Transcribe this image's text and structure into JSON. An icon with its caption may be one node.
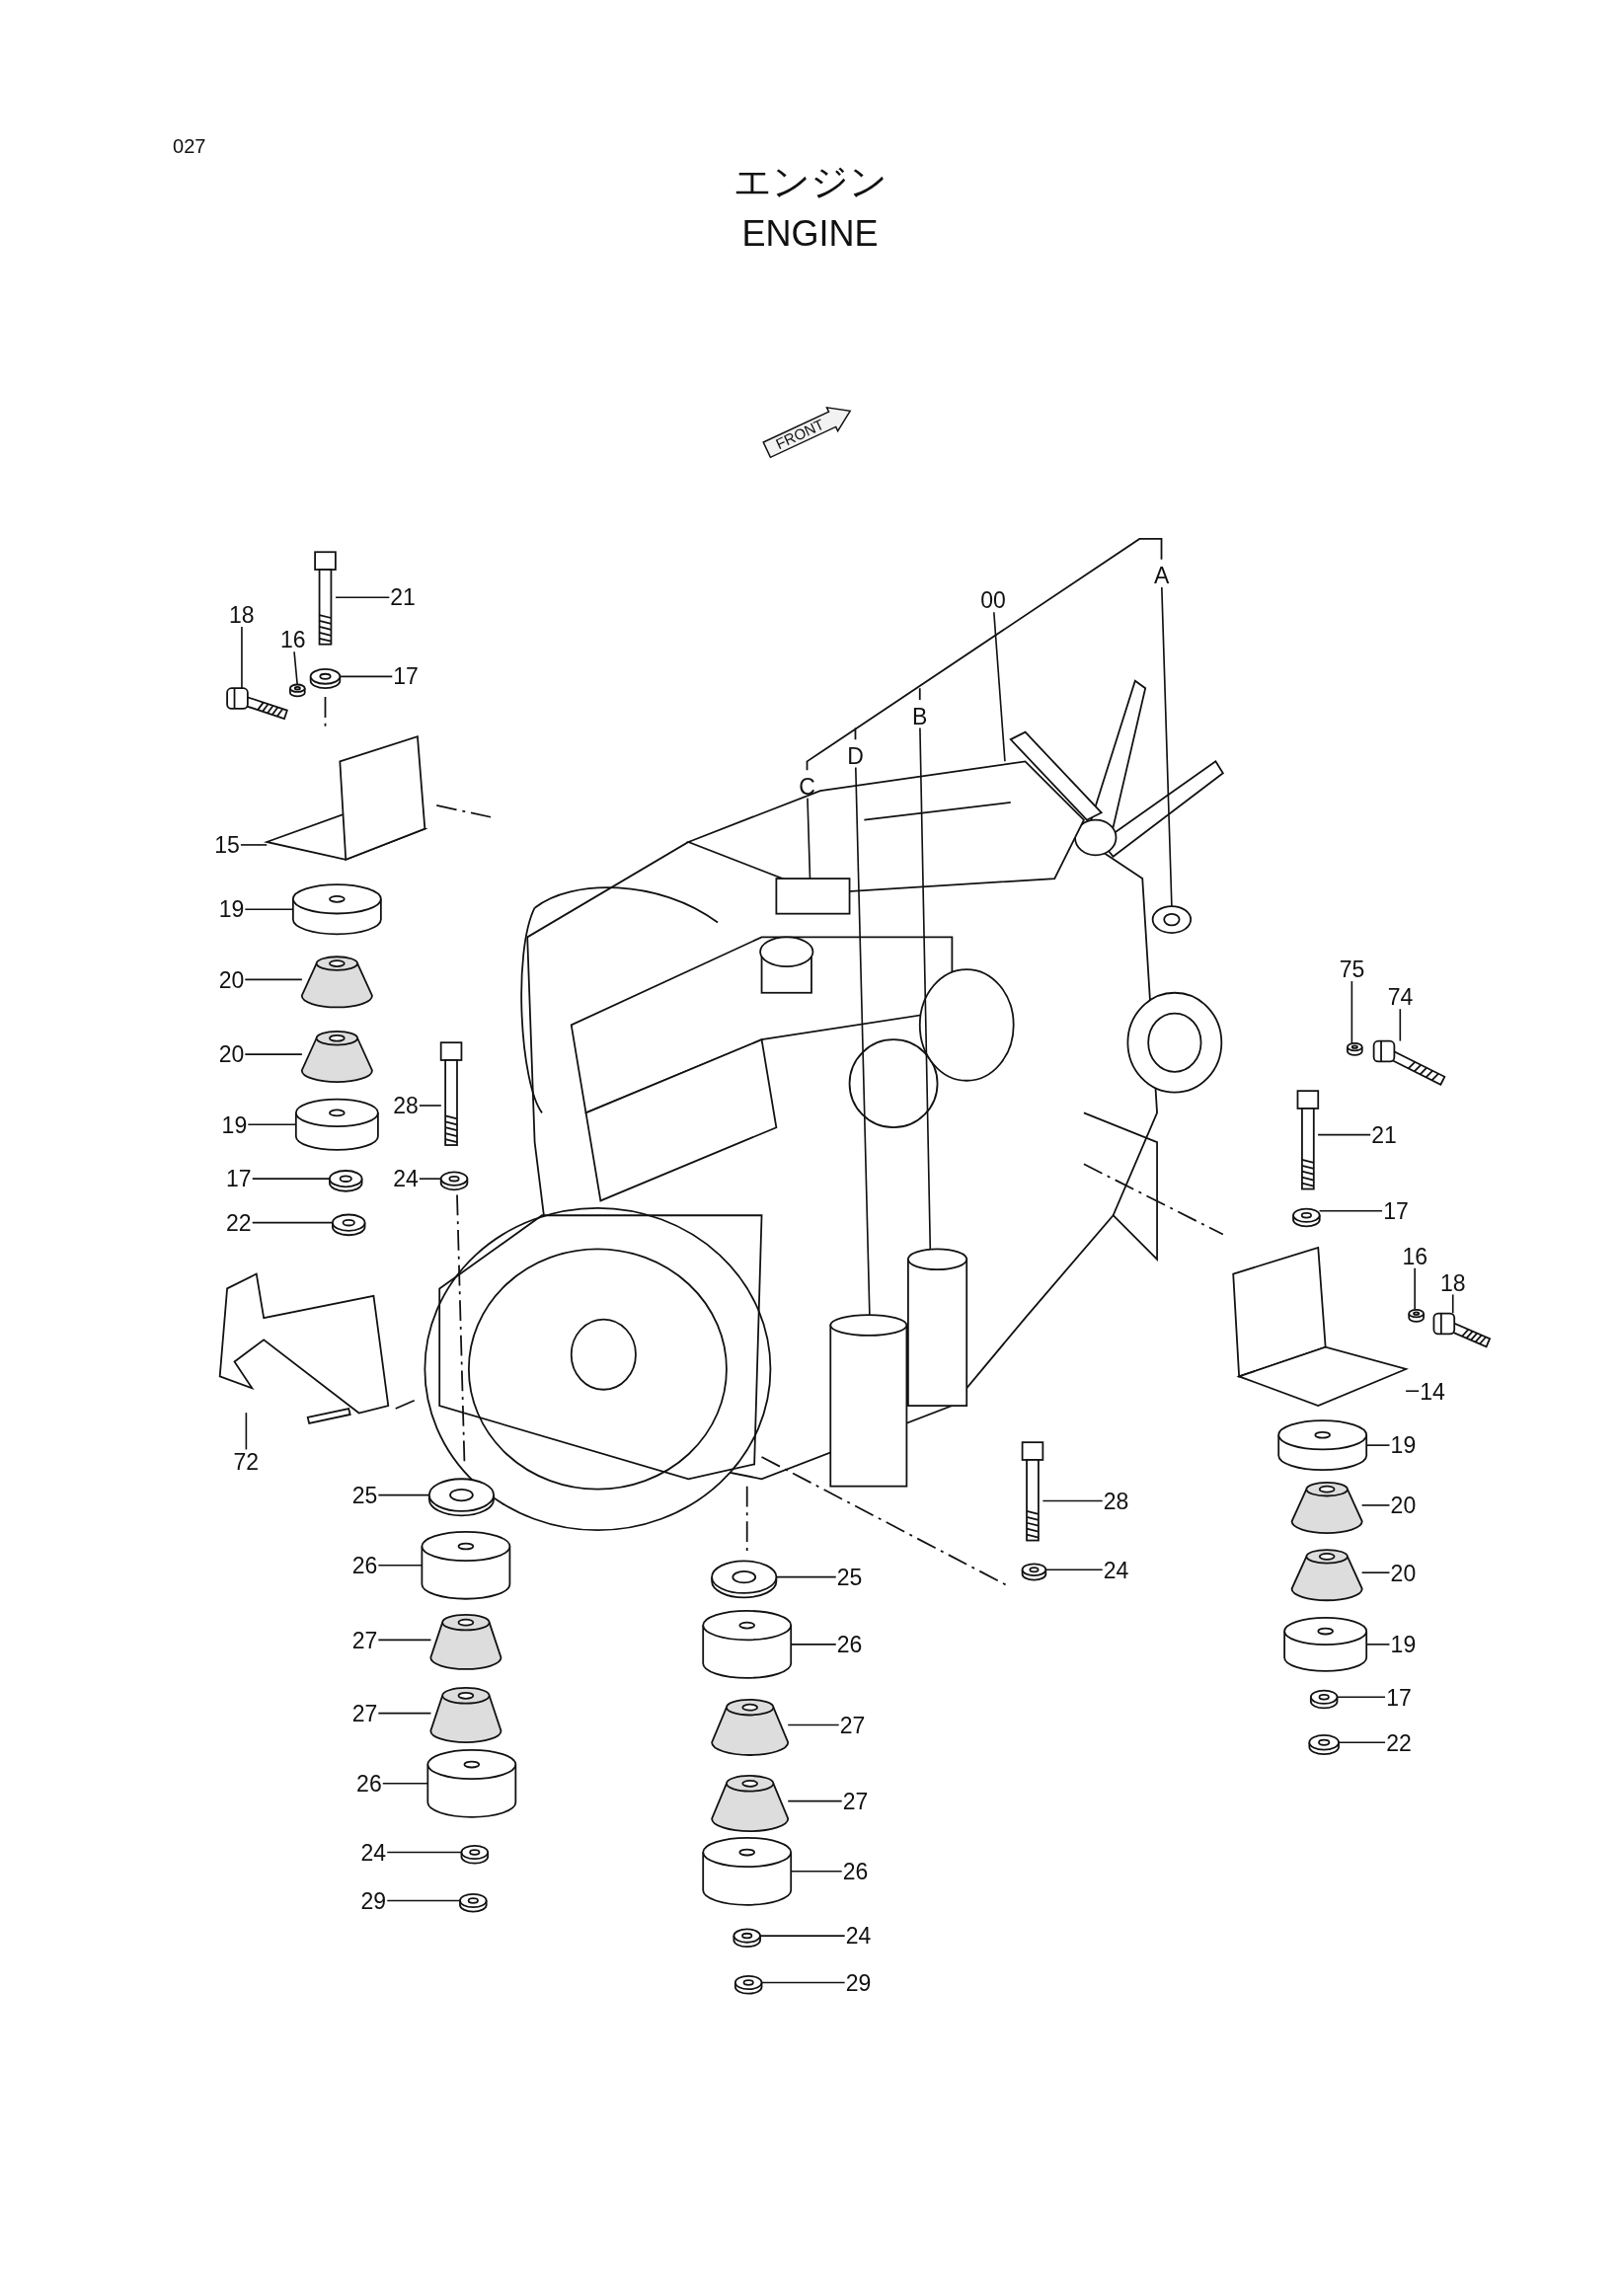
{
  "diagram": {
    "nodes": [
      {
        "text": [
          "21"
        ]
      },
      {
        "text": [
          "00"
        ]
      },
      {
        "text": [
          "A"
        ]
      },
      {
        "text": [
          "18"
        ]
      },
      {
        "text": [
          "16"
        ]
      },
      {
        "text": [
          "17"
        ]
      },
      {
        "text": [
          "B"
        ]
      },
      {
        "text": [
          "D"
        ]
      },
      {
        "text": [
          "C"
        ]
      },
      {
        "text": [
          "15"
        ]
      },
      {
        "text": [
          "19"
        ]
      },
      {
        "text": [
          "75"
        ]
      },
      {
        "text": [
          "20"
        ]
      },
      {
        "text": [
          "74"
        ]
      },
      {
        "text": [
          "20"
        ]
      },
      {
        "text": [
          "28"
        ]
      },
      {
        "text": [
          "19"
        ]
      },
      {
        "text": [
          "21"
        ]
      },
      {
        "text": [
          "17"
        ]
      },
      {
        "text": [
          "24"
        ]
      },
      {
        "text": [
          "17"
        ]
      },
      {
        "text": [
          "22"
        ]
      },
      {
        "text": [
          "16"
        ]
      },
      {
        "text": [
          "18"
        ]
      },
      {
        "text": [
          "14"
        ]
      },
      {
        "text": [
          "19"
        ]
      },
      {
        "text": [
          "72"
        ]
      },
      {
        "text": [
          "25"
        ]
      },
      {
        "text": [
          "28"
        ]
      },
      {
        "text": [
          "20"
        ]
      },
      {
        "text": [
          "26"
        ]
      },
      {
        "text": [
          "24"
        ]
      },
      {
        "text": [
          "20"
        ]
      },
      {
        "text": [
          "25"
        ]
      },
      {
        "text": [
          "27"
        ]
      },
      {
        "text": [
          "26"
        ]
      },
      {
        "text": [
          "19"
        ]
      },
      {
        "text": [
          "17"
        ]
      },
      {
        "text": [
          "27"
        ]
      },
      {
        "text": [
          "27"
        ]
      },
      {
        "text": [
          "22"
        ]
      },
      {
        "text": [
          "26"
        ]
      },
      {
        "text": [
          "27"
        ]
      },
      {
        "text": [
          "24"
        ]
      },
      {
        "text": [
          "26"
        ]
      },
      {
        "text": [
          "29"
        ]
      },
      {
        "text": [
          "24"
        ]
      },
      {
        "text": [
          "29"
        ]
      },
      {
        "text": [],
        "shape": "picture"
      },
      {
        "text": [],
        "shape": "picture"
      },
      {
        "text": [],
        "shape": "picture"
      },
      {
        "text": [],
        "shape": "picture"
      },
      {
        "text": [],
        "shape": "picture"
      },
      {
        "text": [],
        "shape": "picture"
      },
      {
        "text": [],
        "shape": "cylinder"
      },
      {
        "text": [],
        "shape": "cylinder"
      },
      {
        "text": [],
        "shape": "box"
      },
      {
        "text": [],
        "shape": "picture"
      },
      {
        "text": [],
        "shape": "cylinder"
      },
      {
        "text": [],
        "shape": "picture"
      },
      {
        "text": [],
        "shape": "cylinder"
      },
      {
        "text": [],
        "shape": "picture"
      },
      {
        "text": [],
        "shape": "cylinder"
      },
      {
        "text": [],
        "shape": "picture"
      },
      {
        "text": [],
        "shape": "cylinder"
      },
      {
        "text": [],
        "shape": "picture"
      },
      {
        "text": [],
        "shape": "picture"
      },
      {
        "text": [],
        "shape": "picture"
      },
      {
        "text": [],
        "shape": "picture"
      },
      {
        "text": [],
        "shape": "picture"
      },
      {
        "text": [],
        "shape": "picture"
      },
      {
        "text": [],
        "shape": "picture"
      },
      {
        "text": [],
        "shape": "picture"
      },
      {
        "text": [],
        "shape": "cylinder"
      },
      {
        "text": [],
        "shape": "picture"
      },
      {
        "text": [],
        "shape": "picture"
      },
      {
        "text": [],
        "shape": "picture"
      },
      {
        "text": [],
        "shape": "cylinder"
      },
      {
        "text": [],
        "shape": "cylinder"
      },
      {
        "text": [],
        "shape": "picture"
      },
      {
        "text": [],
        "shape": "cylinder"
      },
      {
        "text": [],
        "shape": "picture"
      },
      {
        "text": [],
        "shape": "cylinder"
      },
      {
        "text": [],
        "shape": "cylinder"
      },
      {
        "text": [],
        "shape": "cylinder"
      },
      {
        "text": [],
        "shape": "picture"
      },
      {
        "text": [],
        "shape": "cylinder"
      },
      {
        "text": [],
        "shape": "cylinder"
      },
      {
        "text": [],
        "shape": "picture"
      },
      {
        "text": [],
        "shape": "cylinder"
      },
      {
        "text": [],
        "shape": "cylinder"
      },
      {
        "text": [],
        "shape": "picture"
      },
      {
        "text": [],
        "shape": "cylinder"
      },
      {
        "text": [],
        "shape": "picture"
      },
      {
        "text": [],
        "shape": "picture"
      },
      {
        "text": [],
        "shape": "picture"
      },
      {
        "text": [
          "FRONT"
        ]
      }
    ],
    "edges": [
      {
        "from": 0,
        "to": 48,
        "arrow": "none"
      },
      {
        "from": 1,
        "to": 49,
        "arrow": "none"
      },
      {
        "from": 2,
        "to": 50,
        "arrow": "none"
      },
      {
        "from": 3,
        "to": 51,
        "arrow": "none"
      },
      {
        "from": 4,
        "to": 52,
        "arrow": "none"
      },
      {
        "from": 5,
        "to": 53,
        "arrow": "none"
      },
      {
        "from": 6,
        "to": 54,
        "arrow": "none"
      },
      {
        "from": 7,
        "to": 55,
        "arrow": "none"
      },
      {
        "from": 8,
        "to": 56,
        "arrow": "none"
      },
      {
        "from": 9,
        "to": 57,
        "arrow": "none"
      },
      {
        "from": 10,
        "to": 58,
        "arrow": "none"
      },
      {
        "from": 11,
        "to": 59,
        "arrow": "none"
      },
      {
        "from": 12,
        "to": 60,
        "arrow": "none"
      },
      {
        "from": 13,
        "to": 61,
        "arrow": "none"
      },
      {
        "from": 14,
        "to": 62,
        "arrow": "none"
      },
      {
        "from": 15,
        "to": 63,
        "arrow": "none"
      },
      {
        "from": 16,
        "to": 64,
        "arrow": "none"
      },
      {
        "from": 17,
        "to": 65,
        "arrow": "none"
      },
      {
        "from": 18,
        "to": 66,
        "arrow": "none"
      },
      {
        "from": 19,
        "to": 67,
        "arrow": "none"
      },
      {
        "from": 20,
        "to": 68,
        "arrow": "none"
      },
      {
        "from": 21,
        "to": 69,
        "arrow": "none"
      },
      {
        "from": 22,
        "to": 70,
        "arrow": "none"
      },
      {
        "from": 23,
        "to": 71,
        "arrow": "none"
      },
      {
        "from": 24,
        "to": 72,
        "arrow": "none"
      },
      {
        "from": 25,
        "to": 73,
        "arrow": "none"
      },
      {
        "from": 26,
        "to": 74,
        "arrow": "none"
      },
      {
        "from": 27,
        "to": 75,
        "arrow": "none"
      },
      {
        "from": 28,
        "to": 76,
        "arrow": "none"
      },
      {
        "from": 29,
        "to": 77,
        "arrow": "none"
      },
      {
        "from": 30,
        "to": 78,
        "arrow": "none"
      },
      {
        "from": 31,
        "to": 79,
        "arrow": "none"
      },
      {
        "from": 32,
        "to": 80,
        "arrow": "none"
      },
      {
        "from": 33,
        "to": 81,
        "arrow": "none"
      },
      {
        "from": 34,
        "to": 82,
        "arrow": "none"
      },
      {
        "from": 35,
        "to": 83,
        "arrow": "none"
      },
      {
        "from": 36,
        "to": 84,
        "arrow": "none"
      },
      {
        "from": 37,
        "to": 85,
        "arrow": "none"
      },
      {
        "from": 38,
        "to": 86,
        "arrow": "none"
      },
      {
        "from": 39,
        "to": 87,
        "arrow": "none"
      },
      {
        "from": 40,
        "to": 88,
        "arrow": "none"
      },
      {
        "from": 41,
        "to": 89,
        "arrow": "none"
      },
      {
        "from": 42,
        "to": 90,
        "arrow": "none"
      },
      {
        "from": 43,
        "to": 91,
        "arrow": "none"
      },
      {
        "from": 44,
        "to": 92,
        "arrow": "none"
      },
      {
        "from": 45,
        "to": 93,
        "arrow": "none"
      },
      {
        "from": 46,
        "to": 94,
        "arrow": "none"
      },
      {
        "from": 47,
        "to": 95,
        "arrow": "none"
      }
    ],
    "labels": [
      "027",
      "エンジン",
      "ENGINE"
    ]
  }
}
